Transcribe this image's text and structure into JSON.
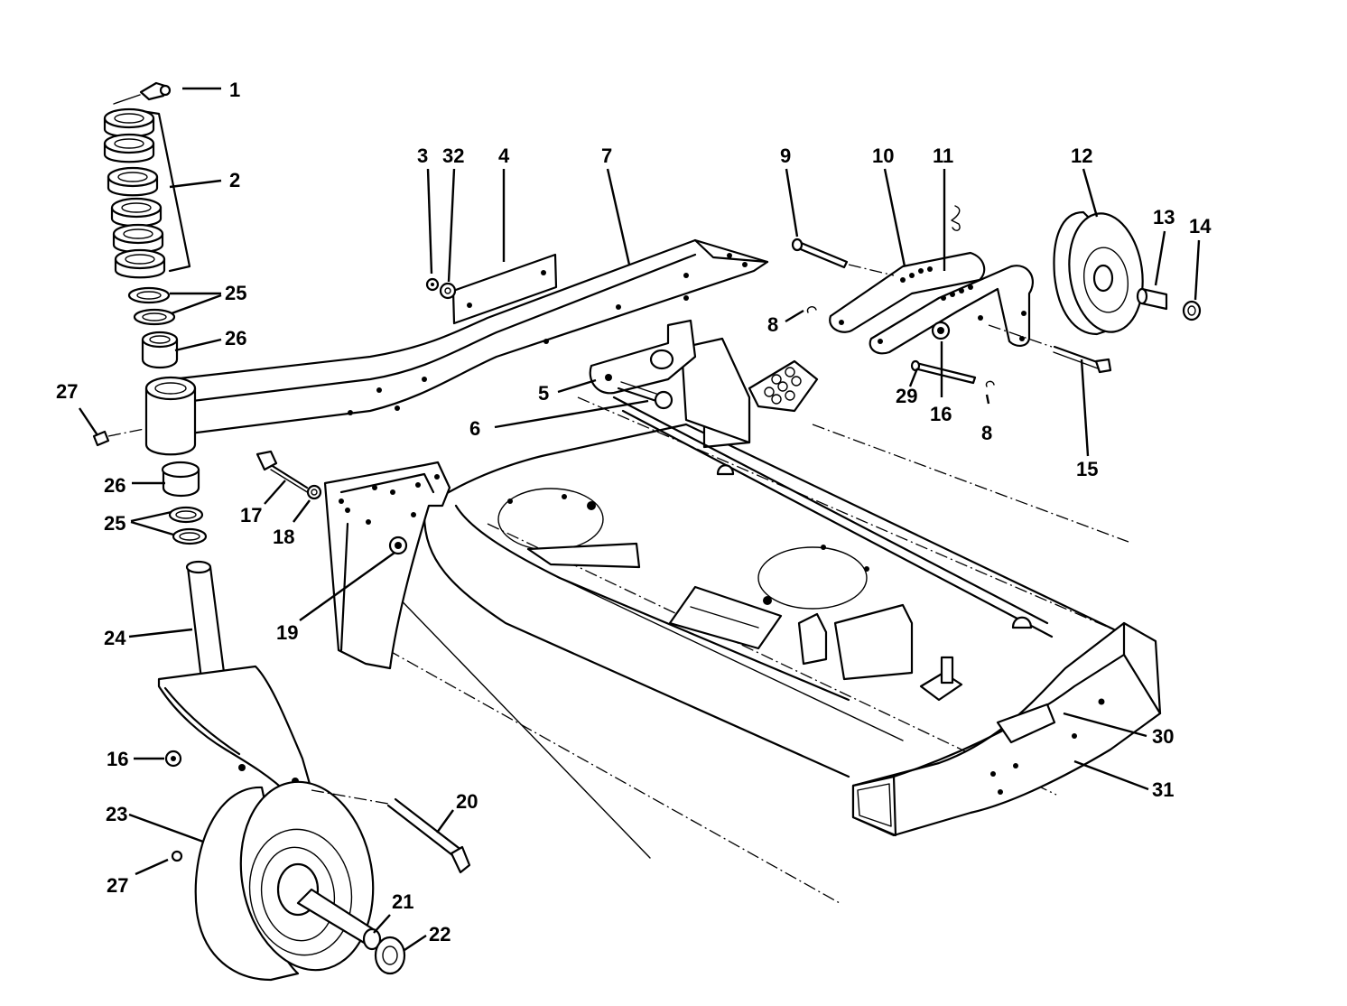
{
  "callouts": [
    "1",
    "2",
    "3",
    "32",
    "4",
    "7",
    "9",
    "10",
    "11",
    "12",
    "13",
    "14",
    "25",
    "26",
    "27",
    "5",
    "6",
    "8",
    "29",
    "16",
    "8",
    "15",
    "17",
    "18",
    "19",
    "26",
    "25",
    "24",
    "16",
    "20",
    "23",
    "27",
    "21",
    "22",
    "30",
    "31"
  ]
}
